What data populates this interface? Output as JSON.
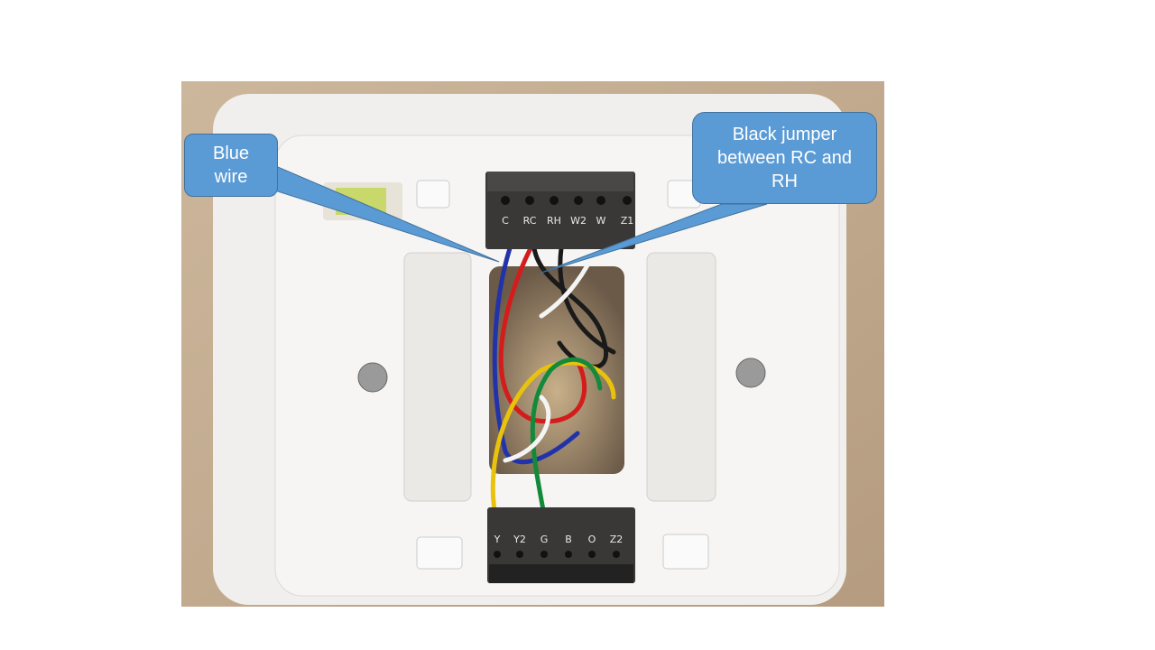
{
  "photo": {
    "top_terminals": [
      "C",
      "RC",
      "RH",
      "W2",
      "W",
      "Z1"
    ],
    "bottom_terminals": [
      "Y",
      "Y2",
      "G",
      "B",
      "O",
      "Z2"
    ]
  },
  "callouts": [
    {
      "text": "Blue wire"
    },
    {
      "text": "Black jumper between RC and RH"
    }
  ],
  "colors": {
    "callout_fill": "#5b9bd5",
    "callout_border": "#41719c"
  }
}
